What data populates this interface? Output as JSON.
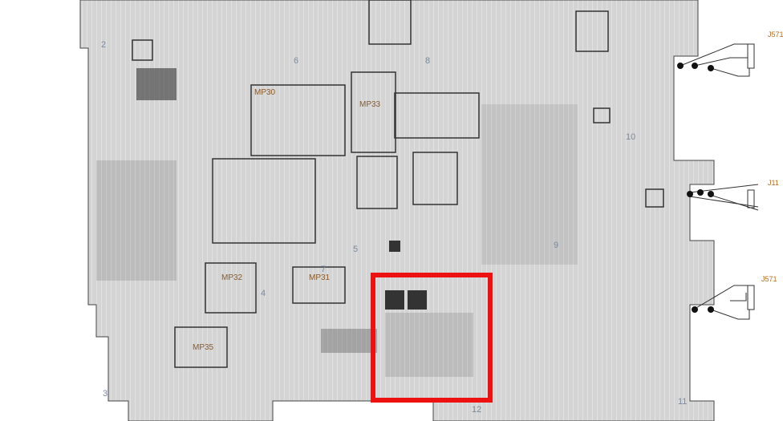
{
  "board": {
    "modules": [
      {
        "id": "mp30",
        "label": "MP30"
      },
      {
        "id": "mp33",
        "label": "MP33"
      },
      {
        "id": "mp32",
        "label": "MP32"
      },
      {
        "id": "mp31",
        "label": "MP31"
      },
      {
        "id": "mp35",
        "label": "MP35"
      }
    ],
    "connectors": [
      {
        "id": "j571-top",
        "label": "J571"
      },
      {
        "id": "j11",
        "label": "J11"
      },
      {
        "id": "j571-bottom",
        "label": "J571"
      }
    ],
    "zone_numbers": [
      "2",
      "3",
      "4",
      "5",
      "6",
      "7",
      "8",
      "9",
      "10",
      "11",
      "12"
    ]
  },
  "colors": {
    "board": "#d4d4d4",
    "trace": "#f2f2f2",
    "component": "#333333",
    "highlight": "#ee1111"
  }
}
